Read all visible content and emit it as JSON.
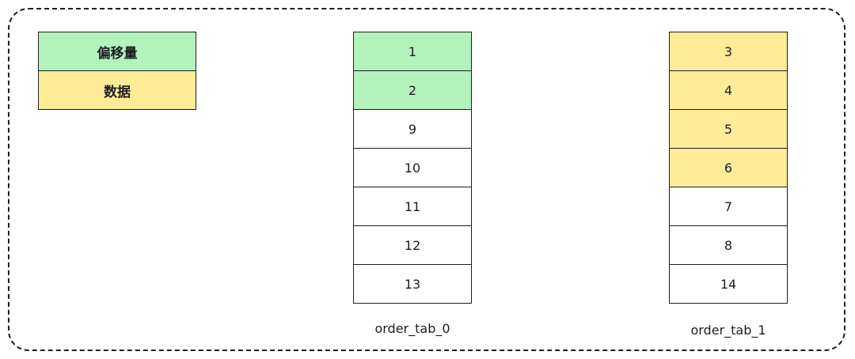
{
  "legend": {
    "offset_label": "偏移量",
    "data_label": "数据",
    "offset_color": "#b2f2bb",
    "data_color": "#ffec99"
  },
  "tables": [
    {
      "name": "order_tab_0",
      "cells": [
        {
          "value": "1",
          "kind": "offset"
        },
        {
          "value": "2",
          "kind": "offset"
        },
        {
          "value": "9",
          "kind": "plain"
        },
        {
          "value": "10",
          "kind": "plain"
        },
        {
          "value": "11",
          "kind": "plain"
        },
        {
          "value": "12",
          "kind": "plain"
        },
        {
          "value": "13",
          "kind": "plain"
        }
      ]
    },
    {
      "name": "order_tab_1",
      "cells": [
        {
          "value": "3",
          "kind": "data"
        },
        {
          "value": "4",
          "kind": "data"
        },
        {
          "value": "5",
          "kind": "data"
        },
        {
          "value": "6",
          "kind": "data"
        },
        {
          "value": "7",
          "kind": "plain"
        },
        {
          "value": "8",
          "kind": "plain"
        },
        {
          "value": "14",
          "kind": "plain"
        }
      ]
    }
  ]
}
